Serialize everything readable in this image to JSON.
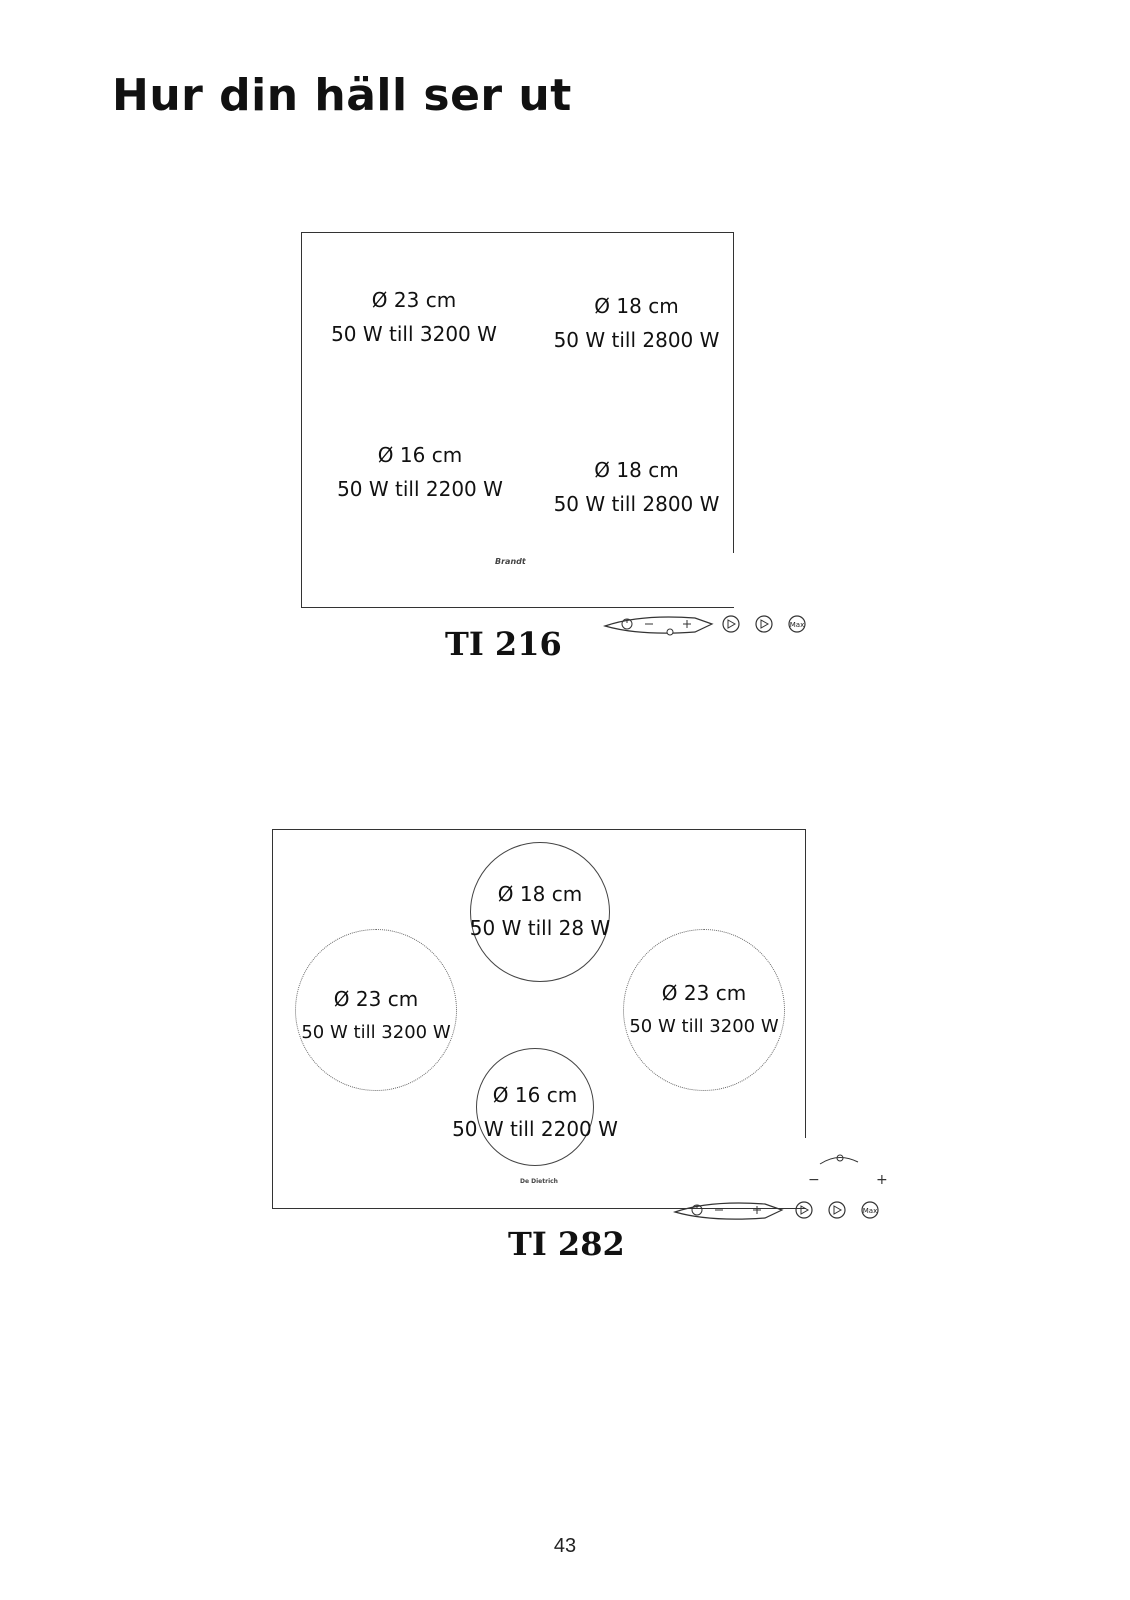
{
  "page": {
    "title": "Hur din häll ser ut",
    "page_number": "43"
  },
  "hob_ti216": {
    "model": "TI 216",
    "brand": "Brandt",
    "zones": [
      {
        "diameter": "Ø 23 cm",
        "power": "50 W till 3200 W"
      },
      {
        "diameter": "Ø 18 cm",
        "power": "50 W till 2800 W"
      },
      {
        "diameter": "Ø 16 cm",
        "power": "50 W till 2200 W"
      },
      {
        "diameter": "Ø 18 cm",
        "power": "50 W till 2800 W"
      }
    ],
    "controls": {
      "max_label": "Max"
    }
  },
  "hob_ti282": {
    "model": "TI 282",
    "brand": "De Dietrich",
    "zones": [
      {
        "diameter": "Ø 18 cm",
        "power": "50 W till 28  W"
      },
      {
        "diameter": "Ø 23 cm",
        "power": "50 W till 3200 W"
      },
      {
        "diameter": "Ø 23 cm",
        "power": "50 W till 3200 W"
      },
      {
        "diameter": "Ø 16 cm",
        "power": "50 W till 2200 W"
      }
    ],
    "controls": {
      "max_label": "Max",
      "minus": "−",
      "plus": "+"
    }
  }
}
